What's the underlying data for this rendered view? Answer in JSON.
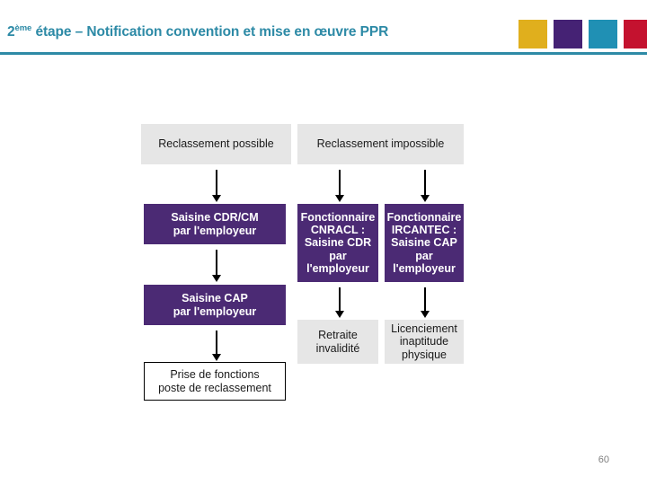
{
  "header": {
    "title_prefix": "2",
    "title_superscript": "ème",
    "title_rest": " étape – Notification convention et mise en œuvre PPR",
    "accent_color": "#2d8aa6",
    "squares": [
      {
        "name": "gold",
        "color": "#e0af1d"
      },
      {
        "name": "purple",
        "color": "#452274"
      },
      {
        "name": "teal",
        "color": "#2090b4"
      },
      {
        "name": "crimson",
        "color": "#c4122f"
      }
    ]
  },
  "diagram": {
    "type": "flowchart",
    "colors": {
      "grey_fill": "#e6e6e6",
      "purple_fill": "#4b2a74",
      "outline_border": "#000000",
      "arrow": "#000000"
    },
    "nodes": [
      {
        "id": "reclassement-possible",
        "label": "Reclassement possible",
        "style": "grey"
      },
      {
        "id": "reclassement-impossible",
        "label": "Reclassement impossible",
        "style": "grey"
      },
      {
        "id": "saisine-cdr-cm",
        "label": "Saisine CDR/CM\npar l'employeur",
        "style": "purple"
      },
      {
        "id": "fonctionnaire-cnracl",
        "label": "Fonctionnaire\nCNRACL :\nSaisine CDR\npar\nl'employeur",
        "style": "purple"
      },
      {
        "id": "fonctionnaire-ircantec",
        "label": "Fonctionnaire\nIRCANTEC :\nSaisine CAP\npar\nl'employeur",
        "style": "purple"
      },
      {
        "id": "saisine-cap",
        "label": "Saisine CAP\npar l'employeur",
        "style": "purple"
      },
      {
        "id": "retraite-invalidite",
        "label": "Retraite\ninvalidité",
        "style": "grey"
      },
      {
        "id": "licenciement-inaptitude",
        "label": "Licenciement\ninaptitude\nphysique",
        "style": "grey"
      },
      {
        "id": "prise-de-fonctions",
        "label": "Prise de fonctions\nposte de reclassement",
        "style": "outline"
      }
    ],
    "edges": [
      {
        "from": "reclassement-possible",
        "to": "saisine-cdr-cm"
      },
      {
        "from": "saisine-cdr-cm",
        "to": "saisine-cap"
      },
      {
        "from": "saisine-cap",
        "to": "prise-de-fonctions"
      },
      {
        "from": "reclassement-impossible",
        "to": "fonctionnaire-cnracl"
      },
      {
        "from": "reclassement-impossible",
        "to": "fonctionnaire-ircantec"
      },
      {
        "from": "fonctionnaire-cnracl",
        "to": "retraite-invalidite"
      },
      {
        "from": "fonctionnaire-ircantec",
        "to": "licenciement-inaptitude"
      }
    ]
  },
  "footer": {
    "page_number": "60"
  }
}
